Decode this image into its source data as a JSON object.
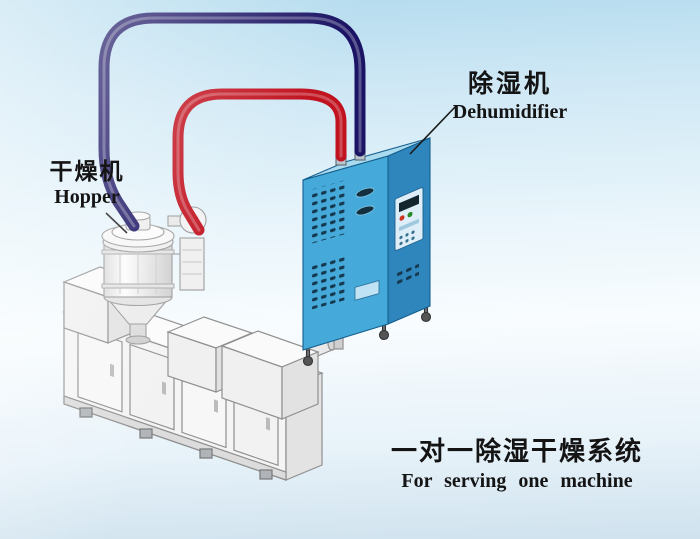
{
  "labels": {
    "dehumidifier": {
      "cn": "除湿机",
      "en": "Dehumidifier"
    },
    "hopper": {
      "cn": "干燥机",
      "en": "Hopper"
    },
    "caption": {
      "cn": "一对一除湿干燥系统",
      "en": "For serving one machine"
    }
  },
  "colors": {
    "pipe_navy": "#1b1464",
    "pipe_red": "#c1121f",
    "cabinet_front": "#45a9da",
    "cabinet_side": "#2e86bd",
    "cabinet_top": "#a9daee",
    "vent_slot": "#16394f",
    "machine_fill": "#f4f4f4",
    "text": "#141414"
  }
}
